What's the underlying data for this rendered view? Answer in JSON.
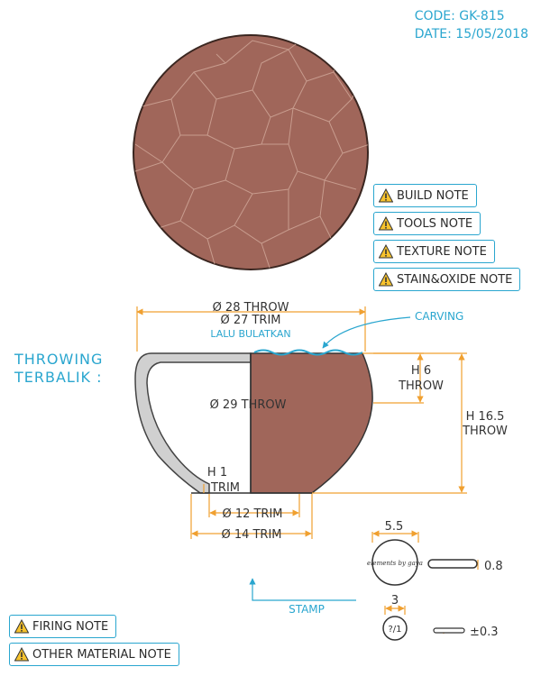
{
  "header": {
    "code_line": "CODE: GK-815",
    "date_line": "DATE: 15/05/2018"
  },
  "notes": {
    "build": "BUILD NOTE",
    "tools": "TOOLS NOTE",
    "texture": "TEXTURE NOTE",
    "stain": "STAIN&OXIDE NOTE",
    "firing": "FIRING NOTE",
    "other": "OTHER MATERIAL NOTE"
  },
  "labels": {
    "throwing_line1": "THROWING",
    "throwing_line2": "TERBALIK :",
    "top_throw": "Ø 28 THROW",
    "top_trim": "Ø 27 TRIM",
    "lalu": "LALU BULATKAN",
    "carving": "CARVING",
    "h6_line1": "H 6",
    "h6_line2": "THROW",
    "h165_line1": "H 16.5",
    "h165_line2": "THROW",
    "mid_throw": "Ø 29 THROW",
    "h1_line1": "H 1",
    "h1_line2": "TRIM",
    "base_trim12": "Ø 12 TRIM",
    "base_trim14": "Ø 14 TRIM",
    "stamp": "STAMP",
    "stamp_dia": "5.5",
    "stamp_thick": "0.8",
    "stamp_logo": "elements by gaya",
    "small_dia": "3",
    "small_thick": "±0.3",
    "small_mark": "?/1"
  },
  "colors": {
    "clay": "#a0665a",
    "accent": "#2aa6cf",
    "dimension": "#f0a030",
    "wall": "#d0d0d0"
  },
  "icons": [
    "warning-icon"
  ]
}
